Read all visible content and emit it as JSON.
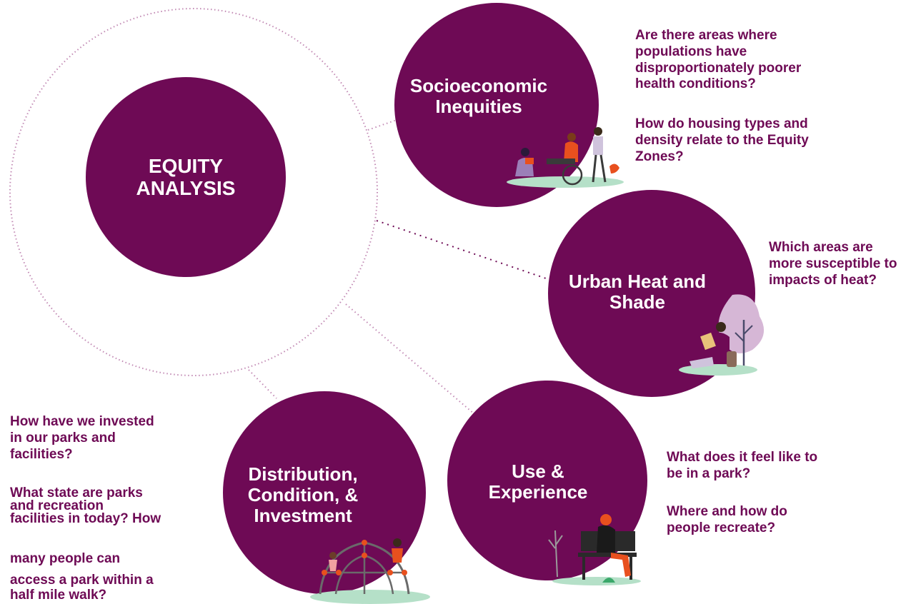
{
  "colors": {
    "primary": "#6e0a55",
    "connector": "#c28ab4",
    "text": "#6e0a55",
    "on_primary": "#ffffff",
    "ground": "#b5e0c8",
    "accent": "#e8501e"
  },
  "center": {
    "title": "EQUITY\nANALYSIS"
  },
  "nodes": [
    {
      "id": "socioeconomic",
      "title": "Socioeconomic\nInequities",
      "questions": [
        "Are there areas where\npopulations have\ndisproportionately poorer\nhealth conditions?",
        "How do housing types and\ndensity relate to the Equity\nZones?"
      ],
      "illustration": "people-reading-wheelchair-icon"
    },
    {
      "id": "urban-heat",
      "title": "Urban Heat and\nShade",
      "questions": [
        "Which areas are\nmore susceptible to\nimpacts of heat?"
      ],
      "illustration": "person-reading-under-tree-icon"
    },
    {
      "id": "use-experience",
      "title": "Use &\nExperience",
      "questions": [
        "What does it feel like to\nbe in a park?",
        "Where and how do\npeople recreate?"
      ],
      "illustration": "person-on-bench-icon"
    },
    {
      "id": "distribution",
      "title": "Distribution,\nCondition, &\nInvestment",
      "questions": [
        "How have we invested\nin our parks and\nfacilities?",
        "What state are parks\nand recreation\nfacilities in today? How",
        "many people can",
        "access a park within a\nhalf mile walk?"
      ],
      "illustration": "kids-on-climbing-dome-icon"
    }
  ]
}
